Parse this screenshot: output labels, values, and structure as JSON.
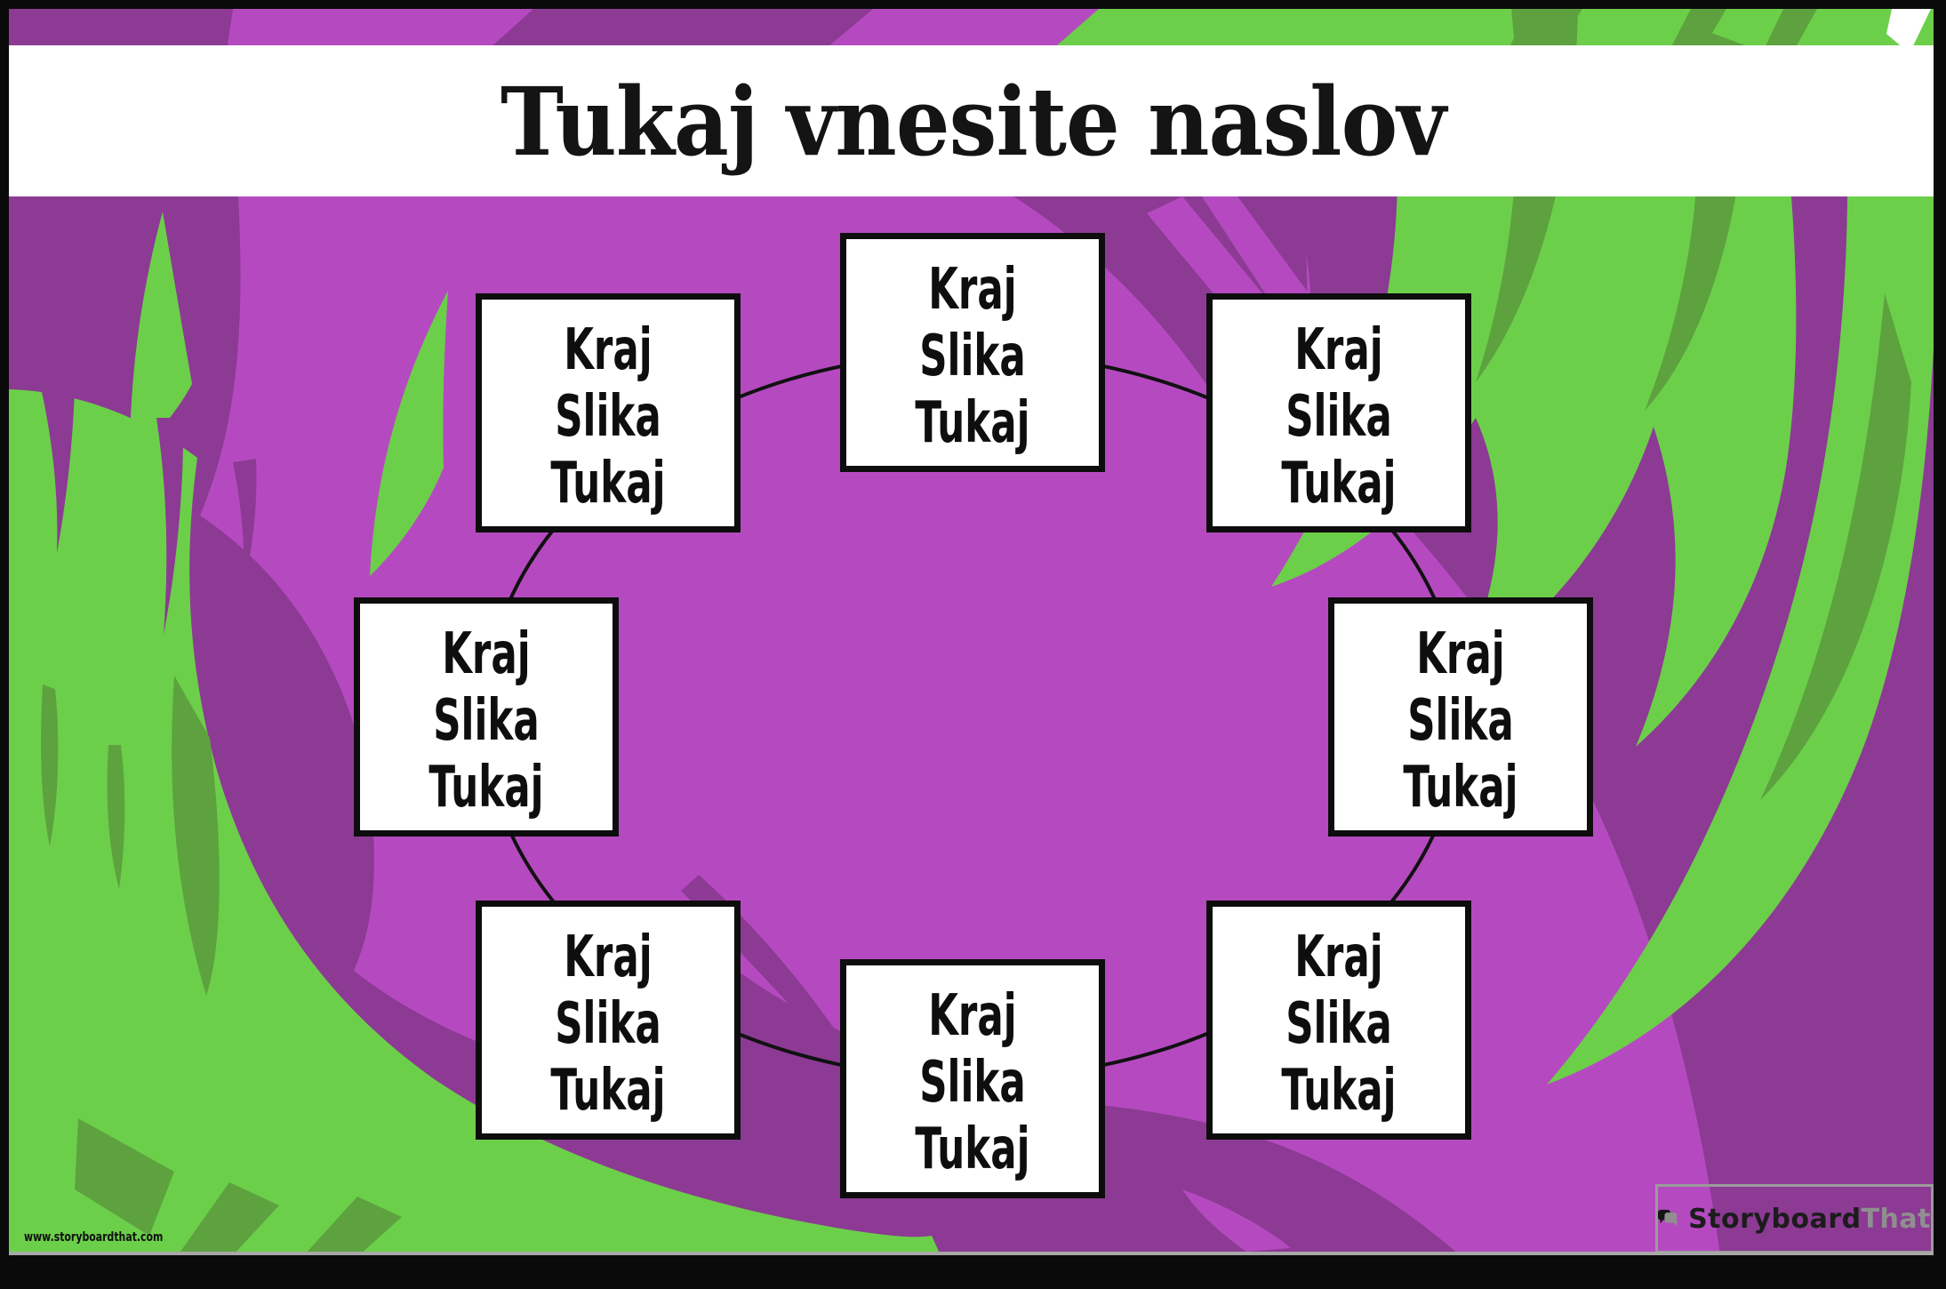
{
  "poster": {
    "title": "Tukaj vnesite naslov",
    "website": "www.storyboardthat.com",
    "brand": {
      "name_primary": "Storyboard",
      "name_secondary": "That",
      "icon": "speech-bubbles-icon"
    },
    "diagram": {
      "type": "cycle",
      "boxes": [
        {
          "id": "top-center",
          "label": "Kraj\nSlika\nTukaj"
        },
        {
          "id": "top-left",
          "label": "Kraj\nSlika\nTukaj"
        },
        {
          "id": "top-right",
          "label": "Kraj\nSlika\nTukaj"
        },
        {
          "id": "mid-left",
          "label": "Kraj\nSlika\nTukaj"
        },
        {
          "id": "mid-right",
          "label": "Kraj\nSlika\nTukaj"
        },
        {
          "id": "bottom-left",
          "label": "Kraj\nSlika\nTukaj"
        },
        {
          "id": "bottom-right",
          "label": "Kraj\nSlika\nTukaj"
        },
        {
          "id": "bottom-center",
          "label": "Kraj\nSlika\nTukaj"
        }
      ]
    },
    "colors": {
      "purple": "#b54ac0",
      "purple_dark": "#8c3a94",
      "green": "#6ccf4a",
      "green_dark": "#5da23f",
      "banner": "#ffffff",
      "frame": "#0a0a0a",
      "title_text": "#141414",
      "logo_gray": "#8f8f8f"
    }
  }
}
